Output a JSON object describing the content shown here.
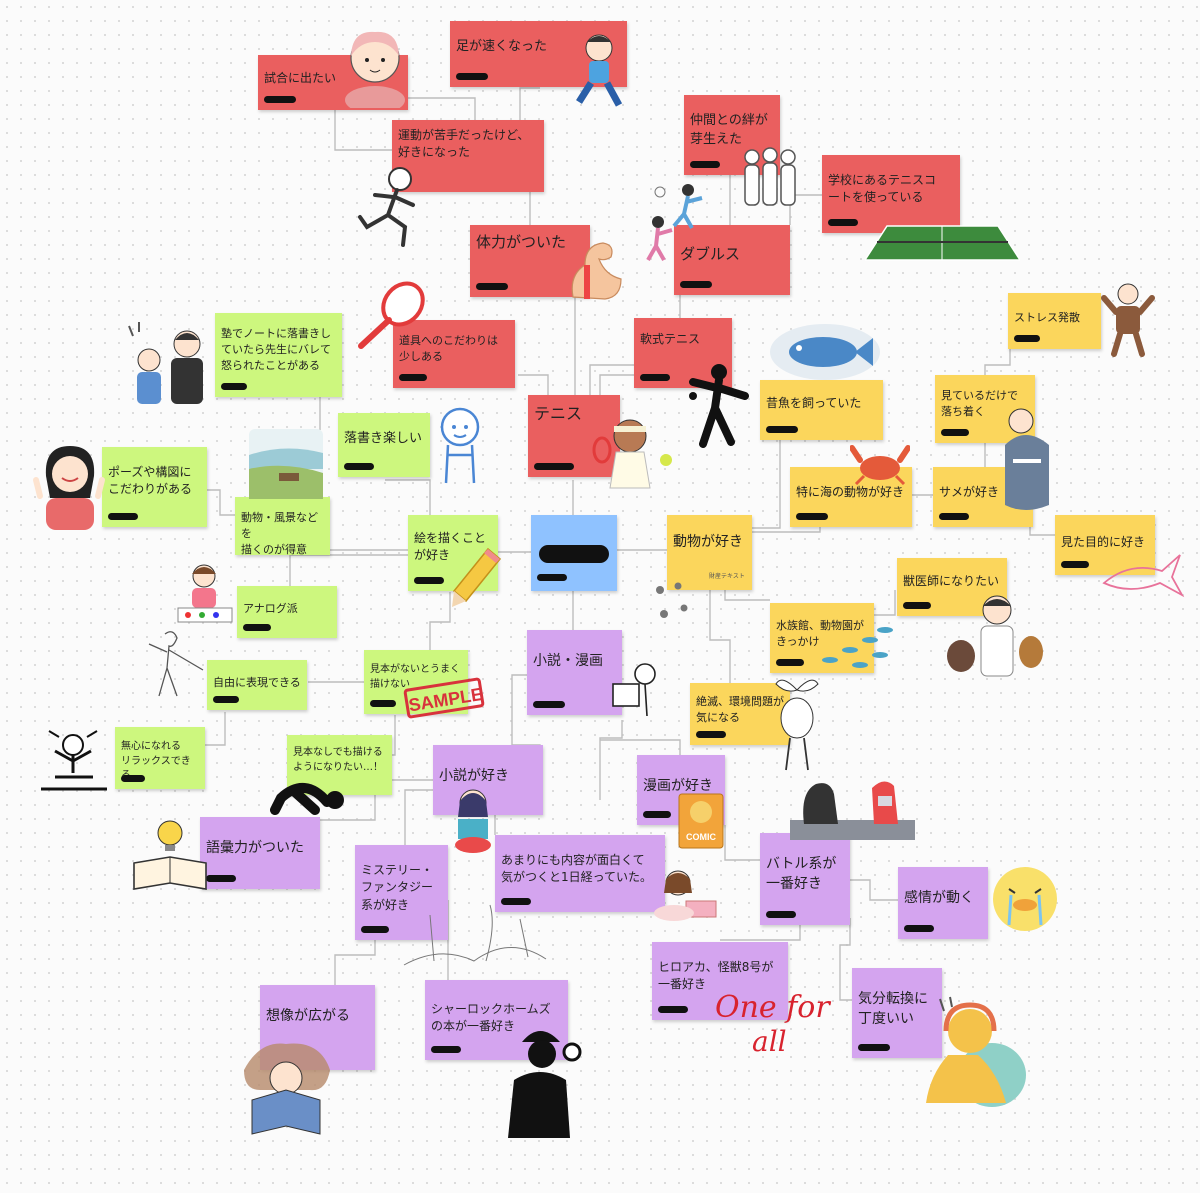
{
  "center": {
    "label": ""
  },
  "notes": [
    {
      "id": "tennis",
      "text": "テニス"
    },
    {
      "id": "tairyoku",
      "text": "体力がついた"
    },
    {
      "id": "doubles",
      "text": "ダブルス"
    },
    {
      "id": "undou",
      "text": "運動が苦手だったけど、\n好きになった"
    },
    {
      "id": "shiai",
      "text": "試合に出たい"
    },
    {
      "id": "ashi",
      "text": "足が速くなった"
    },
    {
      "id": "nakama",
      "text": "仲間との絆が\n芽生えた"
    },
    {
      "id": "gakkou",
      "text": "学校にあるテニスコ\nートを使っている"
    },
    {
      "id": "dougu",
      "text": "道具へのこだわりは\n少しある"
    },
    {
      "id": "nanshiki",
      "text": "軟式テニス"
    },
    {
      "id": "dobutsu",
      "text": "動物が好き"
    },
    {
      "id": "mukashi",
      "text": "昔魚を飼っていた"
    },
    {
      "id": "umi",
      "text": "特に海の動物が好き"
    },
    {
      "id": "same",
      "text": "サメが好き"
    },
    {
      "id": "miteiru",
      "text": "見ているだけで\n落ち着く"
    },
    {
      "id": "stress",
      "text": "ストレス発散"
    },
    {
      "id": "mita",
      "text": "見た目的に好き"
    },
    {
      "id": "juui",
      "text": "獣医師になりたい"
    },
    {
      "id": "suizokukan",
      "text": "水族館、動物園が\nきっかけ"
    },
    {
      "id": "zetsumetsu",
      "text": "絶滅、環境問題が\n気になる"
    },
    {
      "id": "e",
      "text": "絵を描くこと\nが好き"
    },
    {
      "id": "rakugaki",
      "text": "落書き楽しい"
    },
    {
      "id": "juku",
      "text": "塾でノートに落書きし\nていたら先生にバレて\n怒られたことがある"
    },
    {
      "id": "fukei",
      "text": "動物・風景などを\n描くのが得意"
    },
    {
      "id": "pose",
      "text": "ポーズや構図に\nこだわりがある"
    },
    {
      "id": "analog",
      "text": "アナログ派"
    },
    {
      "id": "mihon",
      "text": "見本がないとうまく\n描けない"
    },
    {
      "id": "jiyuu",
      "text": "自由に表現できる"
    },
    {
      "id": "mushin",
      "text": "無心になれる\nリラックスできる"
    },
    {
      "id": "mihonnashi",
      "text": "見本なしでも描ける\nようになりたい…！"
    },
    {
      "id": "shousetsumanga",
      "text": "小説・漫画"
    },
    {
      "id": "shousetsu",
      "text": "小説が好き"
    },
    {
      "id": "manga",
      "text": "漫画が好き"
    },
    {
      "id": "goi",
      "text": "語彙力がついた"
    },
    {
      "id": "mystery",
      "text": "ミステリー・\nファンタジー\n系が好き"
    },
    {
      "id": "amari",
      "text": "あまりにも内容が面白くて\n気がつくと1日経っていた。"
    },
    {
      "id": "battle",
      "text": "バトル系が\n一番好き"
    },
    {
      "id": "kanjou",
      "text": "感情が動く"
    },
    {
      "id": "hiroaka",
      "text": "ヒロアカ、怪獣8号が\n一番好き"
    },
    {
      "id": "kibun",
      "text": "気分転換に\n丁度いい"
    },
    {
      "id": "souzou",
      "text": "想像が広がる"
    },
    {
      "id": "sherlock",
      "text": "シャーロックホームズ\nの本が一番好き"
    }
  ],
  "decor": {
    "small_caption": "財産テキスト",
    "sample_stamp": "SAMPLE",
    "script_line1": "One for",
    "script_line2": "all",
    "comic_label": "COMIC"
  },
  "colors": {
    "red": "#ea5f5f",
    "yellow": "#fbd65c",
    "green": "#cdf77e",
    "purple": "#d4a4ef",
    "blue": "#8fc2ff",
    "link": "#bdbdbd"
  }
}
